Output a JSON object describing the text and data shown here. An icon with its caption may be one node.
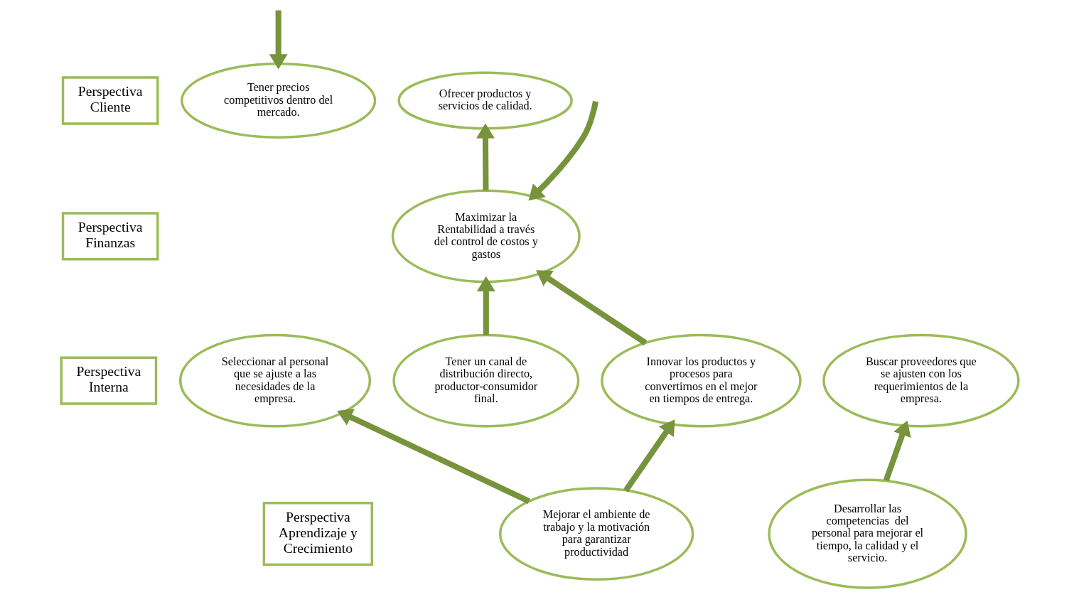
{
  "diagram": {
    "nodes": [
      {
        "text": [
          "Perspectiva Cliente"
        ]
      },
      {
        "text": [
          "Perspectiva Finanzas"
        ]
      },
      {
        "text": [
          "Perspectiva Interna"
        ]
      },
      {
        "text": [
          "Perspectiva Aprendizaje y Crecimiento"
        ]
      },
      {
        "text": [
          "Tener precios competitivos dentro del mercado."
        ]
      },
      {
        "text": [
          "Ofrecer productos y servicios de calidad."
        ]
      },
      {
        "text": [
          "Maximizar la Rentabilidad a través del control de costos y gastos"
        ]
      },
      {
        "text": [
          "Seleccionar al personal que se ajuste a las necesidades de la empresa."
        ]
      },
      {
        "text": [
          "Tener un canal de distribución directo, productor-consumidor final."
        ]
      },
      {
        "text": [
          "Innovar los productos y procesos para convertirnos en el mejor en tiempos de entrega."
        ]
      },
      {
        "text": [
          "Buscar proveedores que se ajusten con los requerimientos de la empresa."
        ]
      },
      {
        "text": [
          "Mejorar el ambiente de trabajo y la motivación para garantizar productividad"
        ]
      },
      {
        "text": [
          "Desarrollar las competencias  del personal para mejorar el tiempo, la calidad y el servicio."
        ]
      }
    ],
    "edges": [
      {
        "from": null,
        "to": 4,
        "arrow": "to"
      },
      {
        "from": 8,
        "to": 6,
        "arrow": "to"
      },
      {
        "from": null,
        "to": 6,
        "arrow": "to"
      },
      {
        "from": 9,
        "to": 6,
        "arrow": "to"
      },
      {
        "from": 6,
        "to": 5,
        "arrow": "to"
      },
      {
        "from": 11,
        "to": 9,
        "arrow": "to"
      },
      {
        "from": 11,
        "to": 7,
        "arrow": "to"
      },
      {
        "from": 12,
        "to": 10,
        "arrow": "to"
      }
    ]
  }
}
